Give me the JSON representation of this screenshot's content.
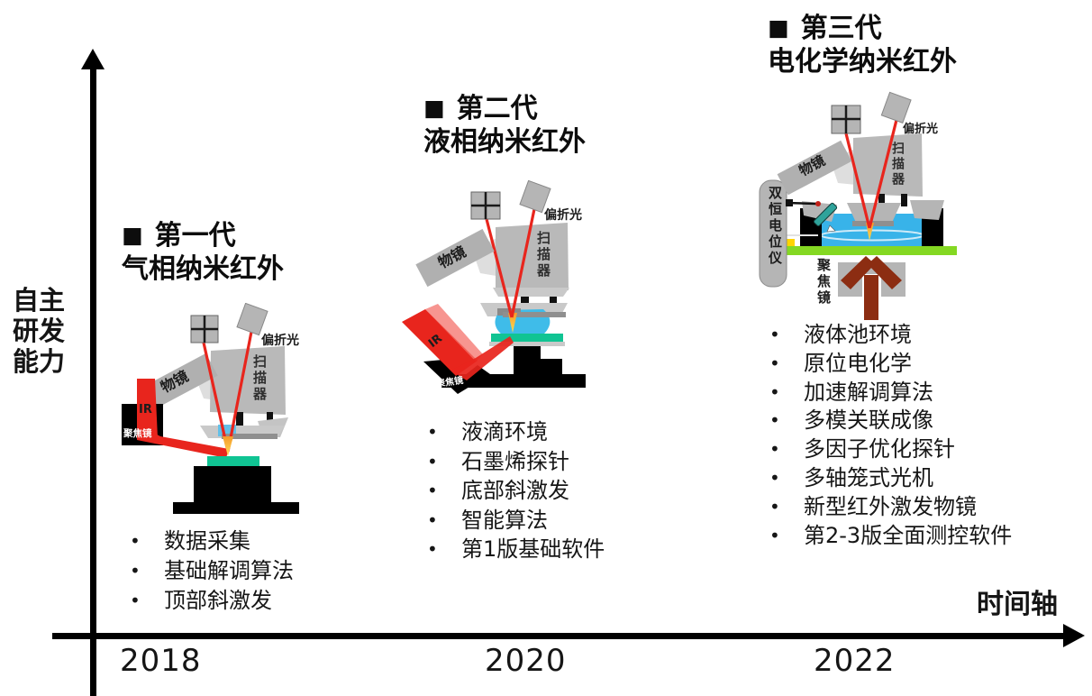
{
  "ui": {
    "title_marker": "■",
    "bullet_char": "•"
  },
  "axes": {
    "y_label_lines": [
      "自主",
      "研发",
      "能力"
    ],
    "x_label": "时间轴",
    "years": [
      "2018",
      "2020",
      "2022"
    ]
  },
  "generations": [
    {
      "title": "第一代",
      "subtitle": "气相纳米红外",
      "bullets": [
        "数据采集",
        "基础解调算法",
        "顶部斜激发"
      ],
      "labels": {
        "objective": "物镜",
        "ir_beam": "IR",
        "focus_mirror": "聚焦镜",
        "scanner": "扫描器",
        "deflected_light": "偏折光"
      }
    },
    {
      "title": "第二代",
      "subtitle": "液相纳米红外",
      "bullets": [
        "液滴环境",
        "石墨烯探针",
        "底部斜激发",
        "智能算法",
        "第1版基础软件"
      ],
      "labels": {
        "objective": "物镜",
        "ir_beam": "IR",
        "focus_mirror": "聚焦镜",
        "scanner": "扫描器",
        "deflected_light": "偏折光"
      }
    },
    {
      "title": "第三代",
      "subtitle": "电化学纳米红外",
      "bullets": [
        "液体池环境",
        "原位电化学",
        "加速解调算法",
        "多模关联成像",
        "多因子优化探针",
        "多轴笼式光机",
        "新型红外激发物镜",
        "第2-3版全面测控软件"
      ],
      "labels": {
        "objective": "物镜",
        "scanner": "扫描器",
        "deflected_light": "偏折光",
        "potentiostat": "双恒电位仪",
        "focus_mirror": "聚焦镜"
      }
    }
  ],
  "colors": {
    "beam_red": "#e8251d",
    "ir_dark_red": "#8c2d12",
    "liquid_blue": "#3cb9ea",
    "stage_teal": "#10c493",
    "substrate_green": "#84d822",
    "tip_yellow_top": "#f59a2a",
    "tip_yellow_bottom": "#ffdf57",
    "part_gray": "#b5b5b5",
    "black": "#000000"
  }
}
